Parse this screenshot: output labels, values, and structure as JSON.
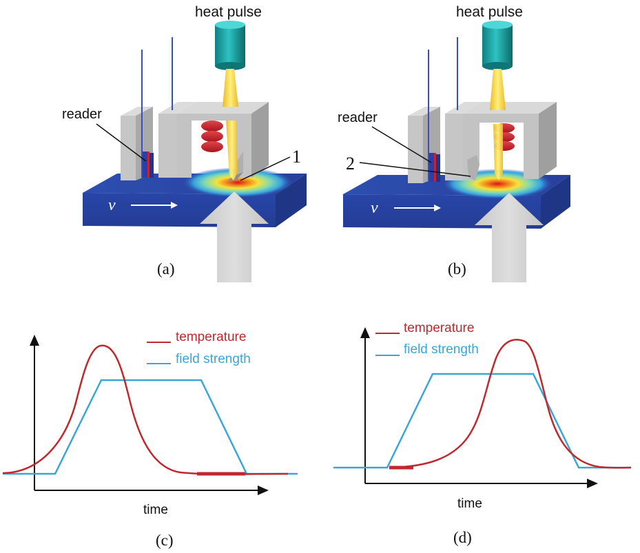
{
  "panels": {
    "a": {
      "heat_label": "heat pulse",
      "reader_label": "reader",
      "marker": "1",
      "velocity": "v",
      "caption": "(a)"
    },
    "b": {
      "heat_label": "heat pulse",
      "reader_label": "reader",
      "marker": "2",
      "velocity": "v",
      "caption": "(b)"
    },
    "c": {
      "legend_temperature": "temperature",
      "legend_field": "field strength",
      "xlabel": "time",
      "caption": "(c)"
    },
    "d": {
      "legend_temperature": "temperature",
      "legend_field": "field strength",
      "xlabel": "time",
      "caption": "(d)"
    }
  },
  "colors": {
    "temperature": "#c0282d",
    "field_strength": "#3aa6d6",
    "medium": "#2a55b0",
    "head_gray": "#bfbfbf",
    "laser_body": "#1e9c9c",
    "beam": "#f5d24a",
    "arrow_gray": "#cfcfcf",
    "coil": "#c8232c"
  }
}
